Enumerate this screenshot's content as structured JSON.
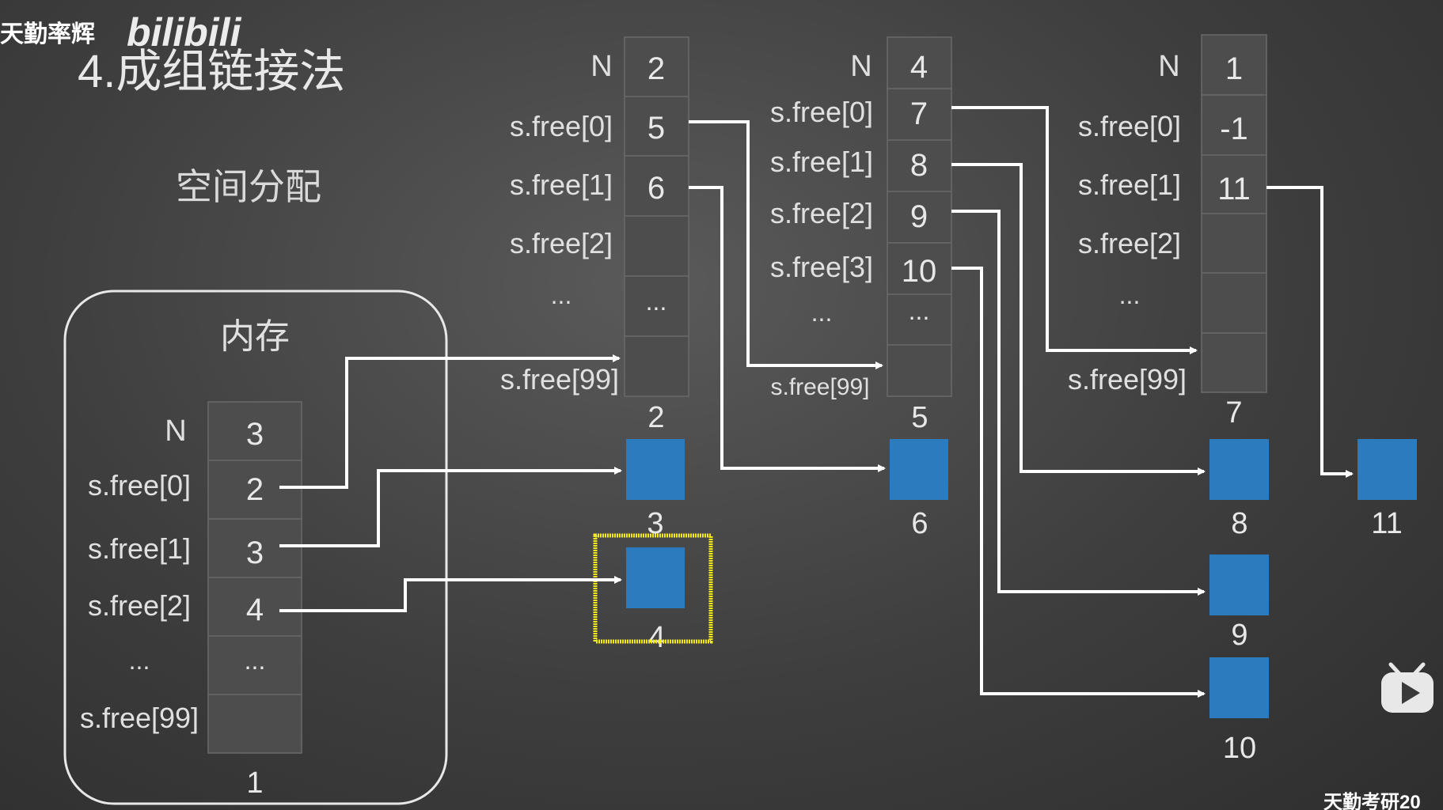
{
  "watermark": {
    "author": "天勤率辉",
    "brand": "bilibili",
    "footer": "天勤考研20"
  },
  "title": "4.成组链接法",
  "subtitle": "空间分配",
  "memory": {
    "label": "内存",
    "rows": [
      {
        "label": "N",
        "value": "3"
      },
      {
        "label": "s.free[0]",
        "value": "2"
      },
      {
        "label": "s.free[1]",
        "value": "3"
      },
      {
        "label": "s.free[2]",
        "value": "4"
      },
      {
        "label": "...",
        "value": "..."
      },
      {
        "label": "s.free[99]",
        "value": ""
      }
    ],
    "block_id": "1"
  },
  "groups": [
    {
      "block_id": "2",
      "rows": [
        {
          "label": "N",
          "value": "2"
        },
        {
          "label": "s.free[0]",
          "value": "5"
        },
        {
          "label": "s.free[1]",
          "value": "6"
        },
        {
          "label": "s.free[2]",
          "value": ""
        },
        {
          "label": "...",
          "value": "..."
        },
        {
          "label": "s.free[99]",
          "value": ""
        }
      ]
    },
    {
      "block_id": "5",
      "rows": [
        {
          "label": "N",
          "value": "4"
        },
        {
          "label": "s.free[0]",
          "value": "7"
        },
        {
          "label": "s.free[1]",
          "value": "8"
        },
        {
          "label": "s.free[2]",
          "value": "9"
        },
        {
          "label": "s.free[3]",
          "value": "10"
        },
        {
          "label": "...",
          "value": "..."
        },
        {
          "label": "s.free[99]",
          "value": ""
        }
      ]
    },
    {
      "block_id": "7",
      "rows": [
        {
          "label": "N",
          "value": "1"
        },
        {
          "label": "s.free[0]",
          "value": "-1"
        },
        {
          "label": "s.free[1]",
          "value": "11"
        },
        {
          "label": "s.free[2]",
          "value": ""
        },
        {
          "label": "...",
          "value": ""
        },
        {
          "label": "s.free[99]",
          "value": ""
        }
      ]
    }
  ],
  "free_blocks": [
    "3",
    "4",
    "6",
    "8",
    "9",
    "10",
    "11"
  ],
  "highlighted_block": "4",
  "colors": {
    "block": "#2c7bbf",
    "highlight": "#f4e91c",
    "line": "#ffffff",
    "cell": "#4d4d4d"
  }
}
